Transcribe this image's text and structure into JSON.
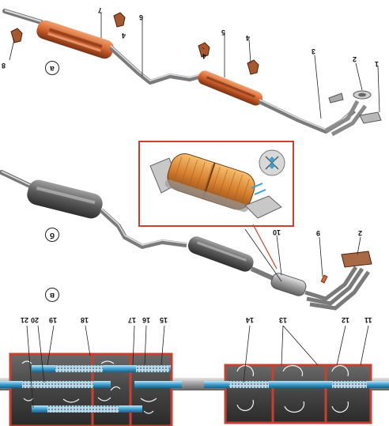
{
  "callouts": {
    "a1": "1",
    "a2": "2",
    "a3": "3",
    "a4_left": "4",
    "a4_right1": "4",
    "a4_right2": "4",
    "a5": "5",
    "a6": "6",
    "a7": "7",
    "a8": "8",
    "b2": "2",
    "b9": "9",
    "b10": "10",
    "c11": "11",
    "c12": "12",
    "c13": "13",
    "c14": "14",
    "c15": "15",
    "c16": "16",
    "c17": "17",
    "c18": "18",
    "c19": "19",
    "c20": "20",
    "c21": "21"
  },
  "view_markers": {
    "a": "а",
    "b": "б",
    "c": "в"
  },
  "colors": {
    "pipe": "#9c9c9c",
    "muffler_orange": "#d2632e",
    "muffler_dark": "#5a5a5a",
    "frame_red": "#d05050",
    "flow_blue": "#3d9fd0",
    "casing_red": "#c94030"
  },
  "icons": {
    "flow_arrows": "curved-arrow-icon",
    "mount_cushions": "rubber-mount-icon",
    "catalyst_core": "honeycomb-cell-icon"
  }
}
